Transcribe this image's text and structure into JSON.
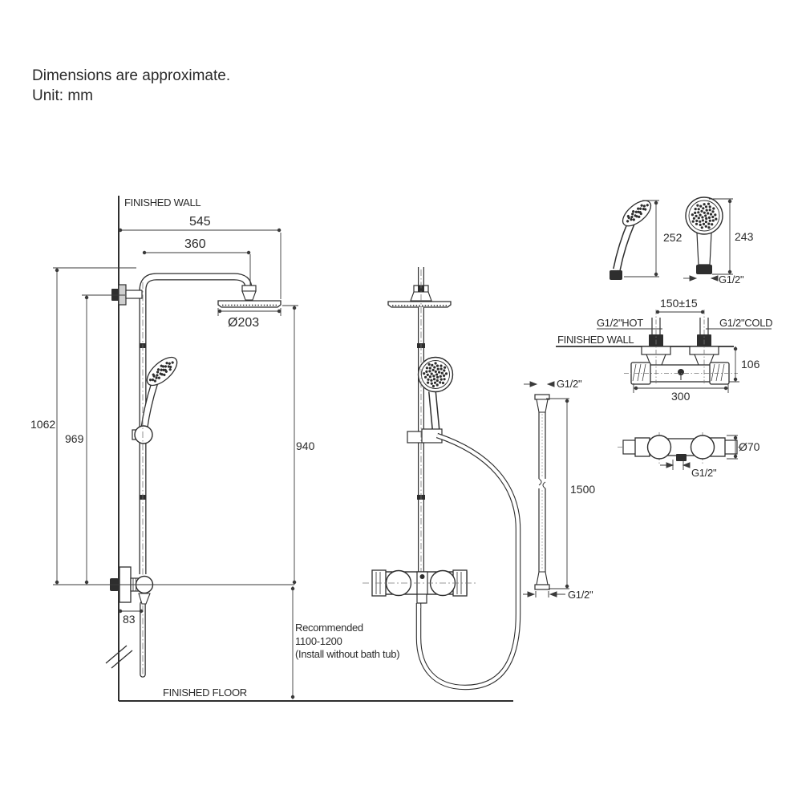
{
  "note": {
    "line1": "Dimensions are approximate.",
    "line2": "Unit: mm"
  },
  "side_view": {
    "finished_wall": "FINISHED WALL",
    "finished_floor": "FINISHED FLOOR",
    "dim_total_reach": "545",
    "dim_arm_reach": "360",
    "dim_head_diameter": "Ø203",
    "dim_overall_height": "1062",
    "dim_supply_height": "969",
    "dim_head_to_valve": "940",
    "dim_hose_offset": "83",
    "recommend_line1": "Recommended",
    "recommend_line2": "1100-1200",
    "recommend_line3": "(Install without bath tub)"
  },
  "handshower_detail": {
    "dim_side_height": "252",
    "dim_front_height": "243",
    "connector": "G1/2\""
  },
  "valve_top_view": {
    "dim_inlet_spacing": "150±15",
    "hot_label": "G1/2\"HOT",
    "cold_label": "G1/2\"COLD",
    "finished_wall": "FINISHED WALL",
    "dim_depth": "106",
    "dim_width": "300"
  },
  "hose_detail": {
    "top_connector": "G1/2\"",
    "dim_length": "1500",
    "bottom_connector": "G1/2\""
  },
  "valve_front_view": {
    "dim_body_diameter": "Ø70",
    "outlet_connector": "G1/2\""
  }
}
